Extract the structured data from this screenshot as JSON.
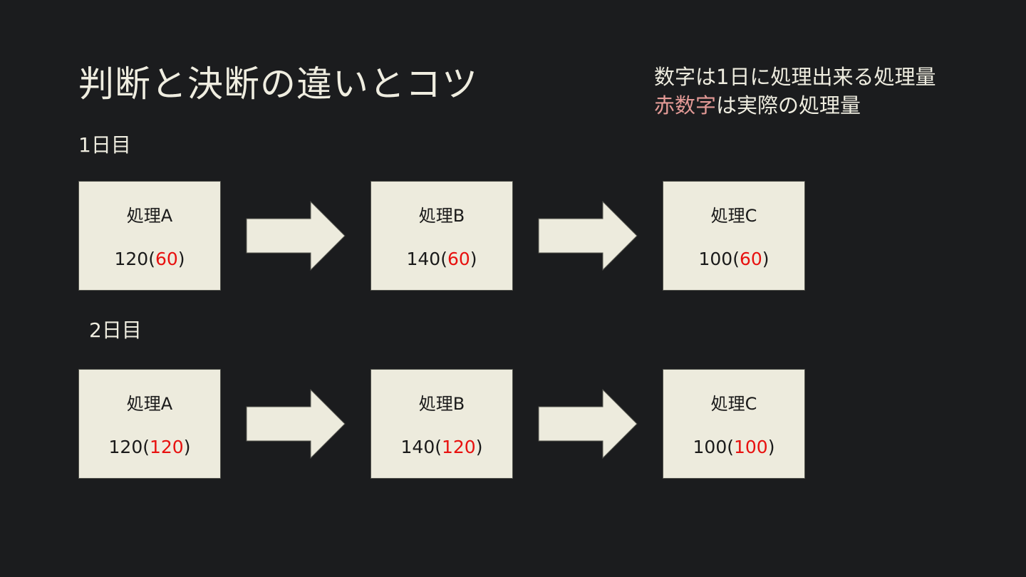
{
  "title": "判断と決断の違いとコツ",
  "legend": {
    "line1": "数字は1日に処理出来る処理量",
    "line2_red": "赤数字",
    "line2_rest": "は実際の処理量"
  },
  "colors": {
    "background": "#1b1c1e",
    "box_fill": "#edebdd",
    "text_light": "#efede0",
    "actual_red": "#e8110f",
    "legend_red": "#e39a96"
  },
  "days": [
    {
      "label": "1日目",
      "processes": [
        {
          "name": "処理A",
          "capacity": "120",
          "actual": "60"
        },
        {
          "name": "処理B",
          "capacity": "140",
          "actual": "60"
        },
        {
          "name": "処理C",
          "capacity": "100",
          "actual": "60"
        }
      ]
    },
    {
      "label": "2日目",
      "processes": [
        {
          "name": "処理A",
          "capacity": "120",
          "actual": "120"
        },
        {
          "name": "処理B",
          "capacity": "140",
          "actual": "120"
        },
        {
          "name": "処理C",
          "capacity": "100",
          "actual": "100"
        }
      ]
    }
  ]
}
